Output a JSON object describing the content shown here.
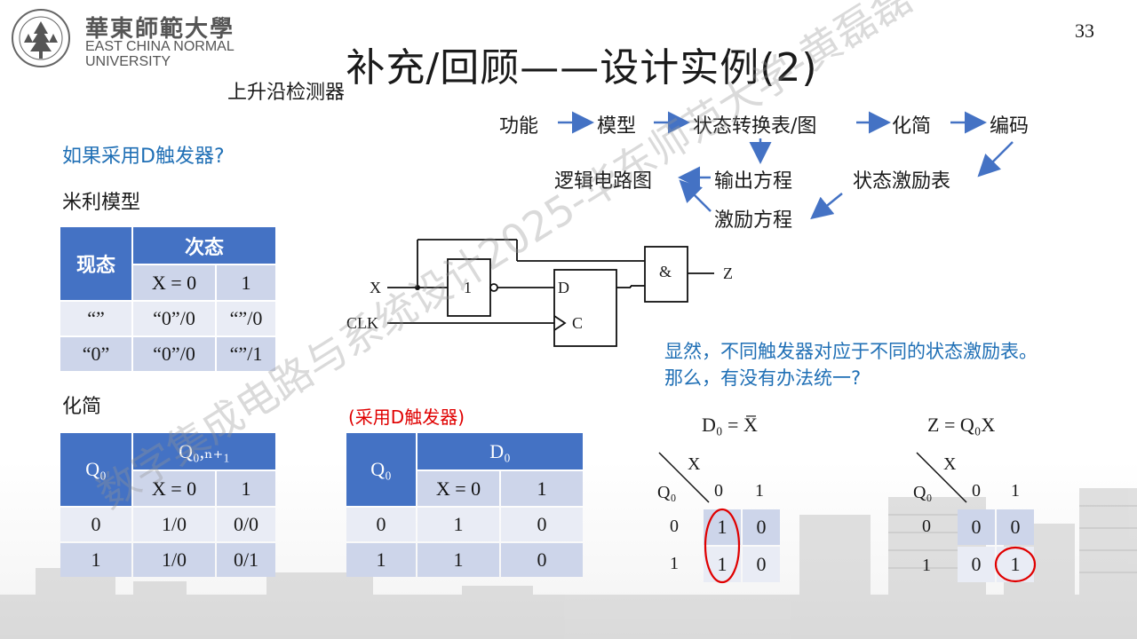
{
  "logo": {
    "cn_name": "華東師範大學",
    "en_line1": "EAST CHINA NORMAL",
    "en_line2": "UNIVERSITY",
    "seal_text": "EAST CHINA NORMAL UNIVERSITY"
  },
  "page_number": "33",
  "title": "补充/回顾——设计实例(2)",
  "subtitle": "上升沿检测器",
  "question": "如果采用D触发器?",
  "mealy_label": "米利模型",
  "simplify_label": "化简",
  "red_note": "(采用D触发器)",
  "blue_note_line1": "显然，不同触发器对应于不同的状态激励表。",
  "blue_note_line2": "那么，有没有办法统一?",
  "flow": {
    "function": "功能",
    "model": "模型",
    "state_table": "状态转换表/图",
    "simplify": "化简",
    "encode": "编码",
    "logic_diagram": "逻辑电路图",
    "output_eq": "输出方程",
    "excitation_table": "状态激励表",
    "excitation_eq": "激励方程"
  },
  "circuit": {
    "input_x": "X",
    "input_clk": "CLK",
    "not_label": "1",
    "d_label": "D",
    "c_label": "C",
    "and_label": "&",
    "output_z": "Z"
  },
  "table1": {
    "h_present": "现态",
    "h_next": "次态",
    "h_x0": "X = 0",
    "h_x1": "1",
    "rows": [
      [
        "“”",
        "“0”/0",
        "“”/0"
      ],
      [
        "“0”",
        "“0”/0",
        "“”/1"
      ]
    ]
  },
  "table2": {
    "h_q0": "Q₀",
    "h_next": "Q₀,ₙ₊₁",
    "h_x0": "X = 0",
    "h_x1": "1",
    "rows": [
      [
        "0",
        "1/0",
        "0/0"
      ],
      [
        "1",
        "1/0",
        "0/1"
      ]
    ]
  },
  "table3": {
    "h_q0": "Q₀",
    "h_d0": "D₀",
    "h_x0": "X = 0",
    "h_x1": "1",
    "rows": [
      [
        "0",
        "1",
        "0"
      ],
      [
        "1",
        "1",
        "0"
      ]
    ]
  },
  "kmap1": {
    "title": "D₀ = X̅",
    "col_var": "X",
    "row_var": "Q₀",
    "cols": [
      "0",
      "1"
    ],
    "rows": [
      "0",
      "1"
    ],
    "cells": [
      [
        "1",
        "0"
      ],
      [
        "1",
        "0"
      ]
    ]
  },
  "kmap2": {
    "title": "Z = Q₀X",
    "col_var": "X",
    "row_var": "Q₀",
    "cols": [
      "0",
      "1"
    ],
    "rows": [
      "0",
      "1"
    ],
    "cells": [
      [
        "0",
        "0"
      ],
      [
        "0",
        "1"
      ]
    ]
  },
  "watermark": "数字集成电路与系统设计2025-华东师范大学-黄磊磊",
  "colors": {
    "header_blue": "#4472c4",
    "row_light": "#e9ecf5",
    "row_dark": "#cdd5ea",
    "note_blue": "#1f6fb5",
    "note_red": "#e00000",
    "arrow_blue": "#4472c4",
    "circle_red": "#e00000"
  }
}
